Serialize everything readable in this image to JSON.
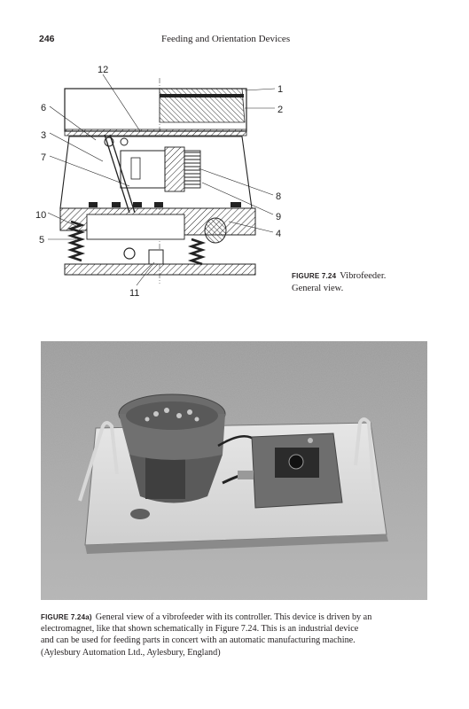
{
  "header": {
    "page_number": "246",
    "running_title": "Feeding and Orientation Devices"
  },
  "schematic": {
    "callouts": [
      "12",
      "6",
      "3",
      "7",
      "10",
      "5",
      "11",
      "1",
      "2",
      "8",
      "9",
      "4"
    ]
  },
  "figure_724": {
    "label": "FIGURE 7.24",
    "caption_line1": "Vibrofeeder.",
    "caption_line2": "General view."
  },
  "figure_724a": {
    "label": "FIGURE 7.24a)",
    "lines": [
      "General view of a vibrofeeder with its controller. This device is driven by an",
      "electromagnet, like that shown schematically in Figure 7.24. This is an industrial device",
      "and can be used for feeding parts in concert with an automatic manufacturing machine.",
      "(Aylesbury Automation Ltd., Aylesbury, England)"
    ]
  }
}
